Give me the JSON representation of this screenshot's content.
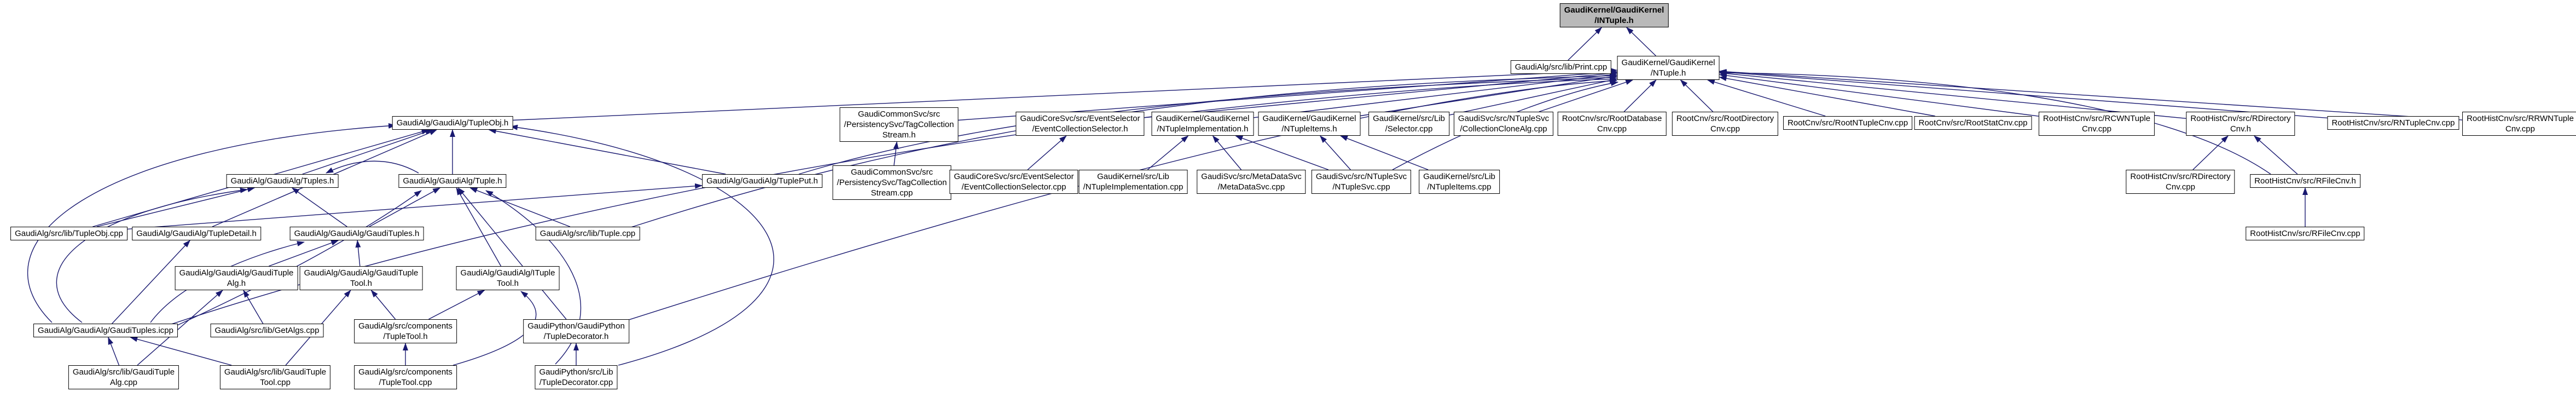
{
  "diagram": {
    "kind": "include-dependency-graph",
    "root_label": "GaudiKernel/GaudiKernel/INTuple.h",
    "colors": {
      "edge": "#191970",
      "node_border": "#000000",
      "node_background": "#ffffff",
      "root_background": "#b9b9b9",
      "text": "#000000",
      "canvas": "#ffffff"
    },
    "nodes": [
      {
        "id": "intuple",
        "label": "GaudiKernel/GaudiKernel\n/INTuple.h",
        "role": "root"
      },
      {
        "id": "print_cpp",
        "label": "GaudiAlg/src/lib/Print.cpp"
      },
      {
        "id": "ntuple_h",
        "label": "GaudiKernel/GaudiKernel\n/NTuple.h"
      },
      {
        "id": "tupleobj_h",
        "label": "GaudiAlg/GaudiAlg/TupleObj.h"
      },
      {
        "id": "tagcollstream_h",
        "label": "GaudiCommonSvc/src\n/PersistencySvc/TagCollection\nStream.h"
      },
      {
        "id": "evcollsel_h",
        "label": "GaudiCoreSvc/src/EventSelector\n/EventCollectionSelector.h"
      },
      {
        "id": "ntupleimpl_h",
        "label": "GaudiKernel/GaudiKernel\n/NTupleImplementation.h"
      },
      {
        "id": "ntupleitems_h",
        "label": "GaudiKernel/GaudiKernel\n/NTupleItems.h"
      },
      {
        "id": "selector_cpp",
        "label": "GaudiKernel/src/Lib\n/Selector.cpp"
      },
      {
        "id": "collclone_cpp",
        "label": "GaudiSvc/src/NTupleSvc\n/CollectionCloneAlg.cpp"
      },
      {
        "id": "rootdb_cpp",
        "label": "RootCnv/src/RootDatabase\nCnv.cpp"
      },
      {
        "id": "rootdir_cpp",
        "label": "RootCnv/src/RootDirectory\nCnv.cpp"
      },
      {
        "id": "rootntuple_cpp",
        "label": "RootCnv/src/RootNTupleCnv.cpp"
      },
      {
        "id": "rootstat_cpp",
        "label": "RootCnv/src/RootStatCnv.cpp"
      },
      {
        "id": "rcwntuple_cpp",
        "label": "RootHistCnv/src/RCWNTuple\nCnv.cpp"
      },
      {
        "id": "rdircnv_h",
        "label": "RootHistCnv/src/RDirectory\nCnv.h"
      },
      {
        "id": "rntuplecnv_cpp",
        "label": "RootHistCnv/src/RNTupleCnv.cpp"
      },
      {
        "id": "rrwntuple_cpp",
        "label": "RootHistCnv/src/RRWNTuple\nCnv.cpp"
      },
      {
        "id": "tuples_h",
        "label": "GaudiAlg/GaudiAlg/Tuples.h"
      },
      {
        "id": "tuple_h",
        "label": "GaudiAlg/GaudiAlg/Tuple.h"
      },
      {
        "id": "tupleput_h",
        "label": "GaudiAlg/GaudiAlg/TuplePut.h"
      },
      {
        "id": "tagcollstream_cpp",
        "label": "GaudiCommonSvc/src\n/PersistencySvc/TagCollection\nStream.cpp"
      },
      {
        "id": "evcollsel_cpp",
        "label": "GaudiCoreSvc/src/EventSelector\n/EventCollectionSelector.cpp"
      },
      {
        "id": "ntupleimpl_cpp",
        "label": "GaudiKernel/src/Lib\n/NTupleImplementation.cpp"
      },
      {
        "id": "metadatasvc_cpp",
        "label": "GaudiSvc/src/MetaDataSvc\n/MetaDataSvc.cpp"
      },
      {
        "id": "ntuplesvc_cpp",
        "label": "GaudiSvc/src/NTupleSvc\n/NTupleSvc.cpp"
      },
      {
        "id": "ntupleitems_cpp",
        "label": "GaudiKernel/src/Lib\n/NTupleItems.cpp"
      },
      {
        "id": "rdircnv_cpp",
        "label": "RootHistCnv/src/RDirectory\nCnv.cpp"
      },
      {
        "id": "rfilecnv_h",
        "label": "RootHistCnv/src/RFileCnv.h"
      },
      {
        "id": "tupleobj_cpp",
        "label": "GaudiAlg/src/lib/TupleObj.cpp"
      },
      {
        "id": "tupledetail_h",
        "label": "GaudiAlg/GaudiAlg/TupleDetail.h"
      },
      {
        "id": "gaudituples_h",
        "label": "GaudiAlg/GaudiAlg/GaudiTuples.h"
      },
      {
        "id": "tuple_cpp",
        "label": "GaudiAlg/src/lib/Tuple.cpp"
      },
      {
        "id": "rfilecnv_cpp",
        "label": "RootHistCnv/src/RFileCnv.cpp"
      },
      {
        "id": "gaudituplealg_h",
        "label": "GaudiAlg/GaudiAlg/GaudiTuple\nAlg.h"
      },
      {
        "id": "gauditupletool_h",
        "label": "GaudiAlg/GaudiAlg/GaudiTuple\nTool.h"
      },
      {
        "id": "itupletool_h",
        "label": "GaudiAlg/GaudiAlg/ITuple\nTool.h"
      },
      {
        "id": "gaudituples_icpp",
        "label": "GaudiAlg/GaudiAlg/GaudiTuples.icpp"
      },
      {
        "id": "getalgs_cpp",
        "label": "GaudiAlg/src/lib/GetAlgs.cpp"
      },
      {
        "id": "tupletool_h",
        "label": "GaudiAlg/src/components\n/TupleTool.h"
      },
      {
        "id": "tupledecorator_h",
        "label": "GaudiPython/GaudiPython\n/TupleDecorator.h"
      },
      {
        "id": "gaudituplealg_cpp",
        "label": "GaudiAlg/src/lib/GaudiTuple\nAlg.cpp"
      },
      {
        "id": "gauditupletool_cpp",
        "label": "GaudiAlg/src/lib/GaudiTuple\nTool.cpp"
      },
      {
        "id": "tupletool_cpp",
        "label": "GaudiAlg/src/components\n/TupleTool.cpp"
      },
      {
        "id": "tupledecorator_cpp",
        "label": "GaudiPython/src/Lib\n/TupleDecorator.cpp"
      }
    ],
    "edges": [
      {
        "from": "print_cpp",
        "to": "intuple"
      },
      {
        "from": "ntuple_h",
        "to": "intuple"
      },
      {
        "from": "tupleobj_h",
        "to": "ntuple_h"
      },
      {
        "from": "tagcollstream_h",
        "to": "ntuple_h"
      },
      {
        "from": "evcollsel_h",
        "to": "ntuple_h"
      },
      {
        "from": "ntupleimpl_h",
        "to": "ntuple_h"
      },
      {
        "from": "ntupleitems_h",
        "to": "ntuple_h"
      },
      {
        "from": "selector_cpp",
        "to": "ntuple_h"
      },
      {
        "from": "collclone_cpp",
        "to": "ntuple_h"
      },
      {
        "from": "rootdb_cpp",
        "to": "ntuple_h"
      },
      {
        "from": "rootdir_cpp",
        "to": "ntuple_h"
      },
      {
        "from": "rootntuple_cpp",
        "to": "ntuple_h"
      },
      {
        "from": "rootstat_cpp",
        "to": "ntuple_h"
      },
      {
        "from": "rcwntuple_cpp",
        "to": "ntuple_h"
      },
      {
        "from": "rdircnv_h",
        "to": "ntuple_h"
      },
      {
        "from": "rntuplecnv_cpp",
        "to": "ntuple_h"
      },
      {
        "from": "rrwntuple_cpp",
        "to": "ntuple_h"
      },
      {
        "from": "tupleput_h",
        "to": "ntuple_h"
      },
      {
        "from": "tuple_cpp",
        "to": "ntuple_h"
      },
      {
        "from": "gaudituples_icpp",
        "to": "ntuple_h"
      },
      {
        "from": "tupledecorator_h",
        "to": "ntuple_h"
      },
      {
        "from": "ntuplesvc_cpp",
        "to": "ntuple_h"
      },
      {
        "from": "rfilecnv_h",
        "to": "ntuple_h"
      },
      {
        "from": "tuples_h",
        "to": "tupleobj_h"
      },
      {
        "from": "tuple_h",
        "to": "tupleobj_h"
      },
      {
        "from": "tupleput_h",
        "to": "tupleobj_h"
      },
      {
        "from": "tupleobj_cpp",
        "to": "tupleobj_h"
      },
      {
        "from": "tupledetail_h",
        "to": "tupleobj_h"
      },
      {
        "from": "gaudituples_icpp",
        "to": "tupleobj_h"
      },
      {
        "from": "tupledecorator_cpp",
        "to": "tupleobj_h"
      },
      {
        "from": "gaudituples_h",
        "to": "tuples_h"
      },
      {
        "from": "gaudituples_icpp",
        "to": "tuples_h"
      },
      {
        "from": "tupleobj_cpp",
        "to": "tuples_h"
      },
      {
        "from": "tuple_h",
        "to": "tuples_h"
      },
      {
        "from": "gaudituples_h",
        "to": "tuple_h"
      },
      {
        "from": "tuple_cpp",
        "to": "tuple_h"
      },
      {
        "from": "itupletool_h",
        "to": "tuple_h"
      },
      {
        "from": "tupledecorator_h",
        "to": "tuple_h"
      },
      {
        "from": "gaudituples_icpp",
        "to": "tuple_h"
      },
      {
        "from": "tupledecorator_cpp",
        "to": "tuple_h"
      },
      {
        "from": "gaudituples_icpp",
        "to": "tupledetail_h"
      },
      {
        "from": "tupleobj_cpp",
        "to": "tupleput_h"
      },
      {
        "from": "gaudituplealg_h",
        "to": "gaudituples_h"
      },
      {
        "from": "gauditupletool_h",
        "to": "gaudituples_h"
      },
      {
        "from": "gaudituples_icpp",
        "to": "gaudituples_h"
      },
      {
        "from": "gaudituplealg_cpp",
        "to": "gaudituplealg_h"
      },
      {
        "from": "getalgs_cpp",
        "to": "gaudituplealg_h"
      },
      {
        "from": "gauditupletool_cpp",
        "to": "gauditupletool_h"
      },
      {
        "from": "tupletool_h",
        "to": "gauditupletool_h"
      },
      {
        "from": "tupletool_h",
        "to": "itupletool_h"
      },
      {
        "from": "tupletool_cpp",
        "to": "itupletool_h"
      },
      {
        "from": "gaudituplealg_cpp",
        "to": "gaudituples_icpp"
      },
      {
        "from": "gauditupletool_cpp",
        "to": "gaudituples_icpp"
      },
      {
        "from": "tupletool_cpp",
        "to": "tupletool_h"
      },
      {
        "from": "tupledecorator_cpp",
        "to": "tupledecorator_h"
      },
      {
        "from": "tagcollstream_cpp",
        "to": "tagcollstream_h"
      },
      {
        "from": "evcollsel_cpp",
        "to": "evcollsel_h"
      },
      {
        "from": "ntupleimpl_cpp",
        "to": "ntupleimpl_h"
      },
      {
        "from": "metadatasvc_cpp",
        "to": "ntupleimpl_h"
      },
      {
        "from": "ntuplesvc_cpp",
        "to": "ntupleimpl_h"
      },
      {
        "from": "ntupleitems_cpp",
        "to": "ntupleitems_h"
      },
      {
        "from": "ntuplesvc_cpp",
        "to": "ntupleitems_h"
      },
      {
        "from": "rdircnv_cpp",
        "to": "rdircnv_h"
      },
      {
        "from": "rfilecnv_h",
        "to": "rdircnv_h"
      },
      {
        "from": "rfilecnv_cpp",
        "to": "rfilecnv_h"
      }
    ]
  }
}
